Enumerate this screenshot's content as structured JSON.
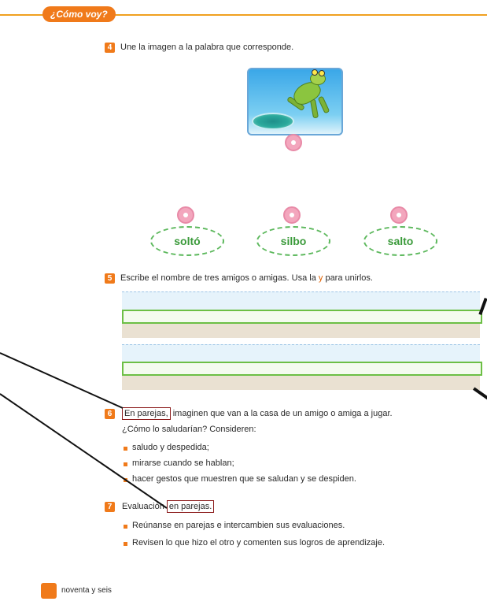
{
  "header": {
    "tab_label": "¿Cómo voy?"
  },
  "q4": {
    "number": "4",
    "text": "Une la imagen a la palabra que corresponde.",
    "words": [
      "soltó",
      "silbo",
      "salto"
    ]
  },
  "q5": {
    "number": "5",
    "text_before": "Escribe el nombre de tres amigos o amigas. Usa la ",
    "text_highlight": "y",
    "text_after": " para unirlos."
  },
  "q6": {
    "number": "6",
    "boxed": "En parejas,",
    "line1_rest": " imaginen que van a la casa de un amigo o amiga a jugar.",
    "line2": "¿Cómo lo saludarían? Consideren:",
    "bullets": [
      "saludo y despedida;",
      "mirarse cuando se hablan;",
      "hacer gestos que muestren que se saludan y se despiden."
    ]
  },
  "q7": {
    "number": "7",
    "lead": "Evaluación",
    "boxed": "en parejas.",
    "bullets": [
      "Reúnanse en parejas e intercambien sus evaluaciones.",
      "Revisen lo que hizo el otro y comenten sus logros de aprendizaje."
    ]
  },
  "footer": {
    "page_text": "noventa y seis"
  },
  "colors": {
    "accent": "#f07a1a",
    "green": "#6cbf45",
    "annotation_red": "#8b1a1a"
  }
}
